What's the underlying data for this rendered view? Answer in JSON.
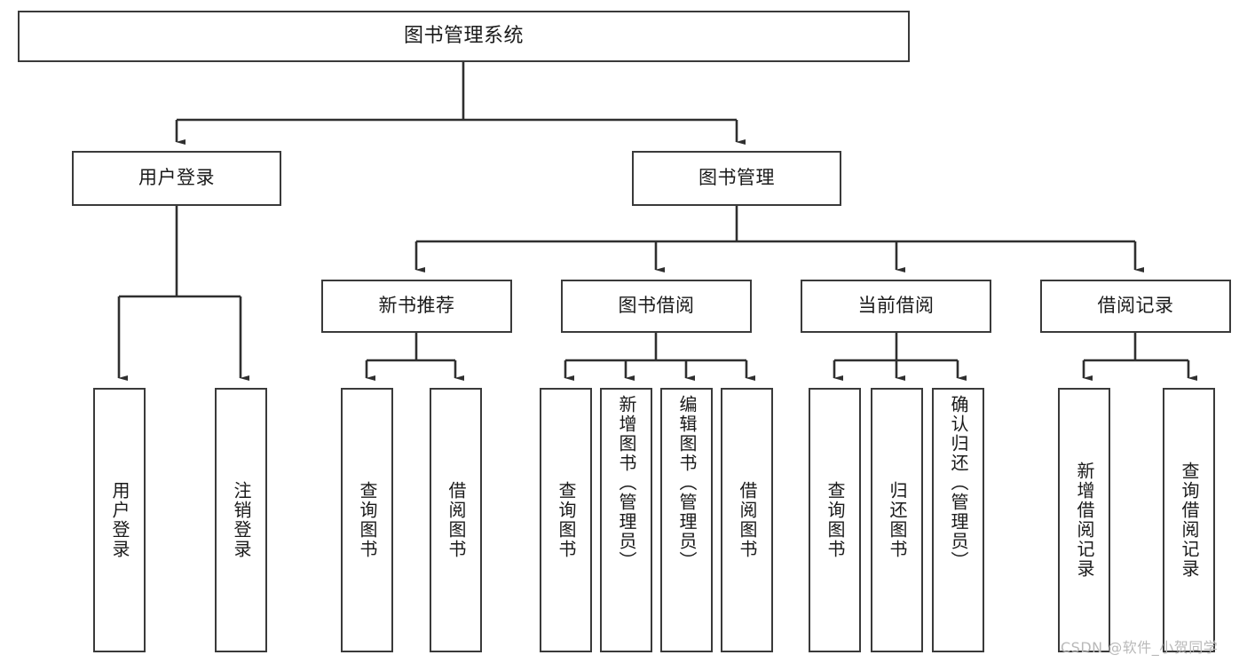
{
  "diagram": {
    "title": "图书管理系统",
    "type": "tree-hierarchy-diagram",
    "orientation": "top-down",
    "colors": {
      "box_border": "#3a3a3a",
      "box_fill": "#ffffff",
      "connector": "#2f2f2f",
      "text": "#1a1a1a",
      "watermark": "#b9b9b9"
    },
    "root": {
      "label": "图书管理系统"
    },
    "level2": [
      {
        "label": "用户登录"
      },
      {
        "label": "图书管理"
      }
    ],
    "level3": [
      {
        "label": "新书推荐"
      },
      {
        "label": "图书借阅"
      },
      {
        "label": "当前借阅"
      },
      {
        "label": "借阅记录"
      }
    ],
    "leaves": {
      "user_login": [
        {
          "label": "用户登录"
        },
        {
          "label": "注销登录"
        }
      ],
      "new_book_recommend": [
        {
          "label": "查询图书"
        },
        {
          "label": "借阅图书"
        }
      ],
      "book_borrow": [
        {
          "label": "查询图书"
        },
        {
          "label": "新增图书（管理员）"
        },
        {
          "label": "编辑图书（管理员）"
        },
        {
          "label": "借阅图书"
        }
      ],
      "current_borrow": [
        {
          "label": "查询图书"
        },
        {
          "label": "归还图书"
        },
        {
          "label": "确认归还（管理员）"
        }
      ],
      "borrow_record": [
        {
          "label": "新增借阅记录"
        },
        {
          "label": "查询借阅记录"
        }
      ]
    }
  },
  "watermark": {
    "text": "CSDN @软件_小贺同学"
  }
}
